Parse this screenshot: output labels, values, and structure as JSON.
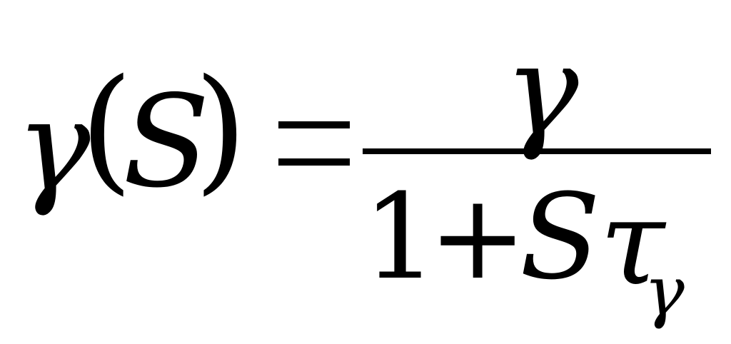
{
  "equation": {
    "lhs": {
      "symbol": "γ",
      "open_paren": "(",
      "variable": "S",
      "close_paren": ")"
    },
    "equals": "=",
    "fraction": {
      "numerator": "γ",
      "denominator": {
        "one": "1",
        "plus": "+",
        "variable": "S",
        "tau": "τ",
        "tau_subscript": "γ"
      }
    }
  }
}
